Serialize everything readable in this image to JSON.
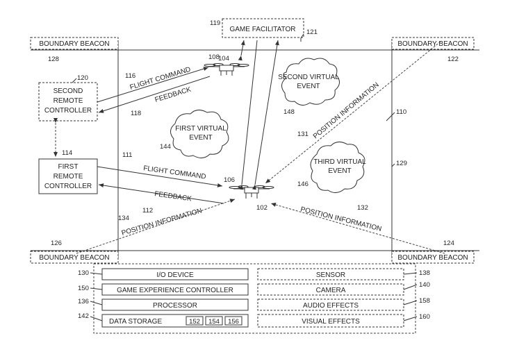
{
  "game_facilitator": {
    "label": "GAME FACILITATOR",
    "ref": "119",
    "ref2": "121"
  },
  "beacons": {
    "top_left": {
      "label": "BOUNDARY BEACON",
      "ref": "128"
    },
    "top_right": {
      "label": "BOUNDARY BEACON",
      "ref": "122"
    },
    "bottom_left": {
      "label": "BOUNDARY BEACON",
      "ref": "126"
    },
    "bottom_right": {
      "label": "BOUNDARY BEACON",
      "ref": "124"
    }
  },
  "controllers": {
    "second": {
      "line1": "SECOND",
      "line2": "REMOTE",
      "line3": "CONTROLLER",
      "ref": "120"
    },
    "first": {
      "line1": "FIRST",
      "line2": "REMOTE",
      "line3": "CONTROLLER",
      "ref": "114"
    }
  },
  "drones": {
    "upper_ref_a": "108",
    "upper_ref_b": "104",
    "lower_ref_a": "106",
    "lower_ref_b": "102"
  },
  "events": {
    "second": {
      "line1": "SECOND VIRTUAL",
      "line2": "EVENT",
      "ref": "148"
    },
    "first": {
      "line1": "FIRST VIRTUAL",
      "line2": "EVENT",
      "ref": "144"
    },
    "third": {
      "line1": "THIRD VIRTUAL",
      "line2": "EVENT",
      "ref": "146"
    }
  },
  "arrows": {
    "flight_command_upper": {
      "label": "FLIGHT COMMAND",
      "ref": "116"
    },
    "feedback_upper": {
      "label": "FEEDBACK",
      "ref": "118"
    },
    "flight_command_lower": {
      "label": "FLIGHT COMMAND",
      "ref": "111"
    },
    "feedback_lower": {
      "label": "FEEDBACK",
      "ref": "112"
    },
    "position_left": {
      "label": "POSITION INFORMATION",
      "ref": "134"
    },
    "position_right": {
      "label": "POSITION INFORMATION",
      "ref": "132"
    },
    "position_top": {
      "label": "POSITION INFORMATION",
      "ref": "131"
    }
  },
  "area": {
    "ref": "110",
    "ref2": "129"
  },
  "components_left": [
    {
      "label": "I/O DEVICE",
      "ref": "130"
    },
    {
      "label": "GAME EXPERIENCE CONTROLLER",
      "ref": "150"
    },
    {
      "label": "PROCESSOR",
      "ref": "136"
    },
    {
      "label": "DATA STORAGE",
      "ref": "142"
    }
  ],
  "storage_refs": [
    "152",
    "154",
    "156"
  ],
  "components_right": [
    {
      "label": "SENSOR",
      "ref": "138"
    },
    {
      "label": "CAMERA",
      "ref": "140"
    },
    {
      "label": "AUDIO EFFECTS",
      "ref": "158"
    },
    {
      "label": "VISUAL EFFECTS",
      "ref": "160"
    }
  ]
}
